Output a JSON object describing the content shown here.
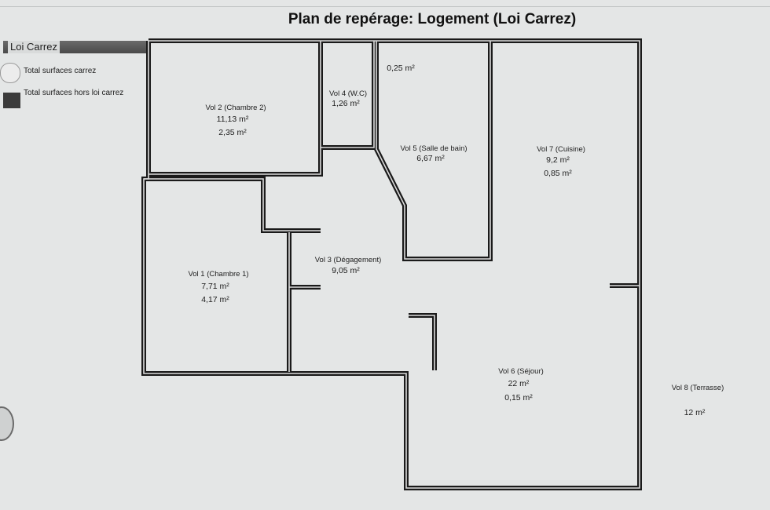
{
  "title": "Plan de repérage: Logement (Loi Carrez)",
  "legend": {
    "title": "Loi Carrez",
    "items": [
      {
        "label": "Total surfaces carrez"
      },
      {
        "label": "Total surfaces hors loi carrez"
      }
    ]
  },
  "rooms": [
    {
      "name": "Vol 2 (Chambre 2)",
      "carrez": "11,13 m²",
      "hors": "2,35 m²"
    },
    {
      "name": "Vol 4 (W.C)",
      "carrez": "1,26 m²",
      "hors": ""
    },
    {
      "name": "",
      "carrez": "",
      "hors": "0,25 m²"
    },
    {
      "name": "Vol 5 (Salle de bain)",
      "carrez": "6,67 m²",
      "hors": ""
    },
    {
      "name": "Vol 7 (Cuisine)",
      "carrez": "9,2 m²",
      "hors": "0,85 m²"
    },
    {
      "name": "Vol 3 (Dégagement)",
      "carrez": "9,05 m²",
      "hors": ""
    },
    {
      "name": "Vol 1 (Chambre 1)",
      "carrez": "7,71 m²",
      "hors": "4,17 m²"
    },
    {
      "name": "Vol 6 (Séjour)",
      "carrez": "22 m²",
      "hors": "0,15 m²"
    },
    {
      "name": "Vol 8 (Terrasse)",
      "carrez": "",
      "hors": "12 m²"
    }
  ]
}
